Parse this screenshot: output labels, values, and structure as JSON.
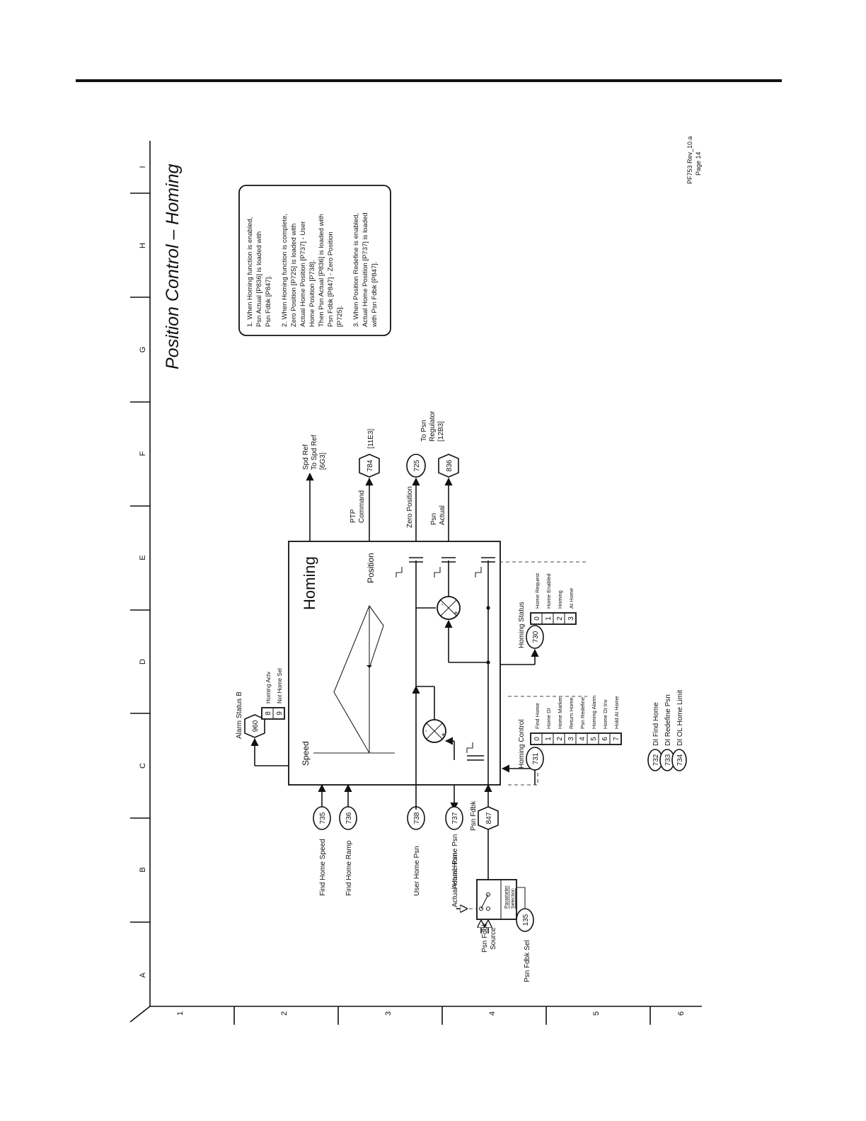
{
  "title": "Position Control – Homing",
  "rev": "PF753 Rev_10.a",
  "page": "Page 14",
  "grid": {
    "letters": [
      "A",
      "B",
      "C",
      "D",
      "E",
      "F",
      "G",
      "H",
      "I"
    ],
    "numbers": [
      "1",
      "2",
      "3",
      "4",
      "5",
      "6"
    ]
  },
  "block_title": "Homing",
  "speed_label": "Speed",
  "position_label": "Position",
  "inputs": {
    "find_home_speed": {
      "label": "Find Home Speed",
      "param": "735"
    },
    "find_home_ramp": {
      "label": "Find Home Ramp",
      "param": "736"
    },
    "user_home_psn": {
      "label": "User Home Psn",
      "param": "738"
    },
    "actual_home_psn": {
      "label": "Actual Home Psn",
      "param": "737"
    },
    "psn_fdbk": {
      "label": "Psn Fdbk",
      "param": "847"
    },
    "psn_fdbk_source": {
      "line1": "Psn Fdbk",
      "line2": "Source"
    },
    "psn_fdbk_sel": {
      "label": "Psn Fdbk Sel",
      "param": "135"
    },
    "param_selection": {
      "line1": "Parameter",
      "line2": "Selection"
    }
  },
  "outputs": {
    "spd_ref": {
      "line1": "Spd Ref",
      "line2": "To Spd Ref",
      "line3": "[6G3]"
    },
    "ptp_command": {
      "line1": "PTP",
      "line2": "Command",
      "param": "784",
      "ref": "[11E3]"
    },
    "zero_position": {
      "label": "Zero Position",
      "param": "725"
    },
    "psn_actual": {
      "line1": "Psn",
      "line2": "Actual",
      "param": "836"
    },
    "to_psn_regulator": {
      "line1": "To Psn",
      "line2": "Regulator",
      "line3": "[12B3]"
    }
  },
  "alarm_status_b": {
    "label": "Alarm Status B",
    "param": "960",
    "bits": [
      {
        "n": "8",
        "name": "Homing Actv"
      },
      {
        "n": "9",
        "name": "Not Home Sel"
      }
    ]
  },
  "homing_control": {
    "label": "Homing Control",
    "param": "731",
    "bits": [
      {
        "n": "0",
        "name": "Find Home"
      },
      {
        "n": "1",
        "name": "Home DI"
      },
      {
        "n": "2",
        "name": "Home Marker"
      },
      {
        "n": "3",
        "name": "Return Home"
      },
      {
        "n": "4",
        "name": "Psn Redefine"
      },
      {
        "n": "5",
        "name": "Homing Alarm"
      },
      {
        "n": "6",
        "name": "Home DI Inv"
      },
      {
        "n": "7",
        "name": "Hold At Home"
      }
    ]
  },
  "homing_status": {
    "label": "Homing Status",
    "param": "730",
    "bits": [
      {
        "n": "0",
        "name": "Home Request"
      },
      {
        "n": "1",
        "name": "Home Enabled"
      },
      {
        "n": "2",
        "name": "Homing"
      },
      {
        "n": "3",
        "name": "At Home"
      }
    ]
  },
  "di_params": [
    {
      "param": "732",
      "label": "DI Find Home"
    },
    {
      "param": "733",
      "label": "DI Redefine Psn"
    },
    {
      "param": "734",
      "label": "DI OL Home Limit"
    }
  ],
  "notes": {
    "n1": [
      "1. When Homing function is enabled,",
      "Psn Actual [P836] is loaded with",
      "Psn Fdbk [P847]."
    ],
    "n2": [
      "2. When Homing function is complete,",
      "Zero Position [P725] is loaded with",
      "Actual Home Position [P737] - User",
      "Home Position [P738].",
      "Then Psn Actual [P836] is loaded with",
      "Psn Fdbk [P847] - Zero Position",
      "[P725]."
    ],
    "n3": [
      "3. When Position Redefine is enabled,",
      "Actual Home Position [P737] is loaded",
      "with Psn Fdbk [P847]."
    ]
  }
}
